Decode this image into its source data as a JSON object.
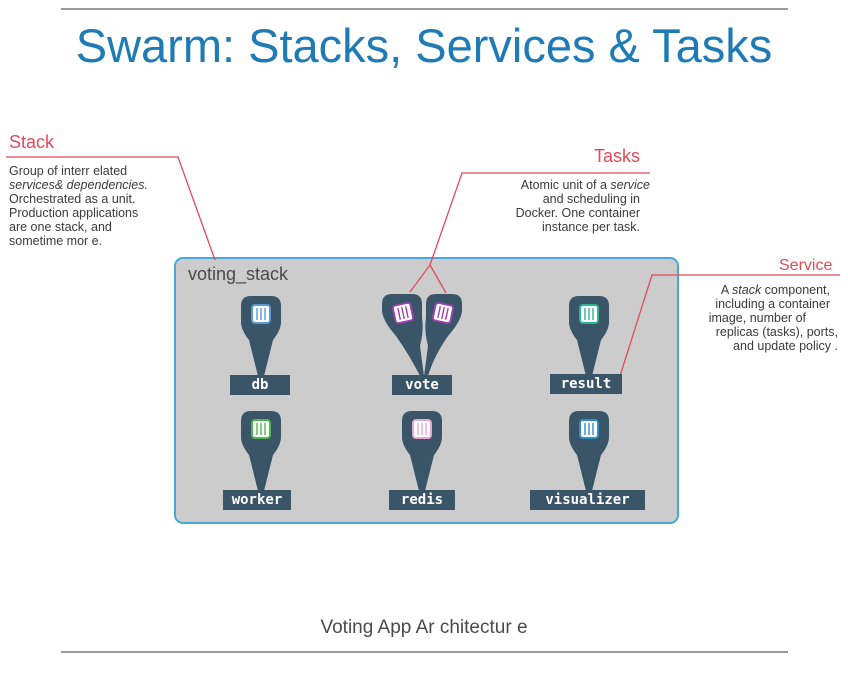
{
  "title": "Swarm: Stacks, Services & Tasks",
  "stack_annotation": {
    "heading": "Stack",
    "lines": [
      "Group of interr  elated",
      "services& dependencies.",
      "Orchestrated as a unit.",
      "Production applications",
      "are one stack, and",
      "sometime mor  e."
    ]
  },
  "tasks_annotation": {
    "heading": "Tasks",
    "line1_a": "Atomic unit of a ",
    "line1_b": "service",
    "line2": "and scheduling in",
    "line3": "Docker. One container",
    "line4": "instance per task."
  },
  "service_annotation": {
    "heading": "Service",
    "line1_a": "A ",
    "line1_b": "stack",
    "line1_c": " component,",
    "line2": "including a container",
    "line3": "image, number of",
    "line4": "replicas (tasks), ports,",
    "line5": "and update policy  ."
  },
  "stack_box": {
    "label": "voting_stack"
  },
  "services": [
    {
      "name": "db",
      "container_color": "#5b9bd5",
      "tasks": 1
    },
    {
      "name": "vote",
      "container_color": "#9b3fb5",
      "tasks": 2
    },
    {
      "name": "result",
      "container_color": "#2bb39a",
      "tasks": 1
    },
    {
      "name": "worker",
      "container_color": "#4cb84c",
      "tasks": 1
    },
    {
      "name": "redis",
      "container_color": "#e7a6d6",
      "tasks": 1
    },
    {
      "name": "visualizer",
      "container_color": "#2f8fc9",
      "tasks": 1
    }
  ],
  "caption": "Voting App Ar chitectur  e",
  "colors": {
    "title": "#1f7bb6",
    "annotation": "#e04b5a",
    "pin": "#3a5468",
    "stack_border": "#4aa8d8",
    "stack_fill": "#cccccc"
  }
}
